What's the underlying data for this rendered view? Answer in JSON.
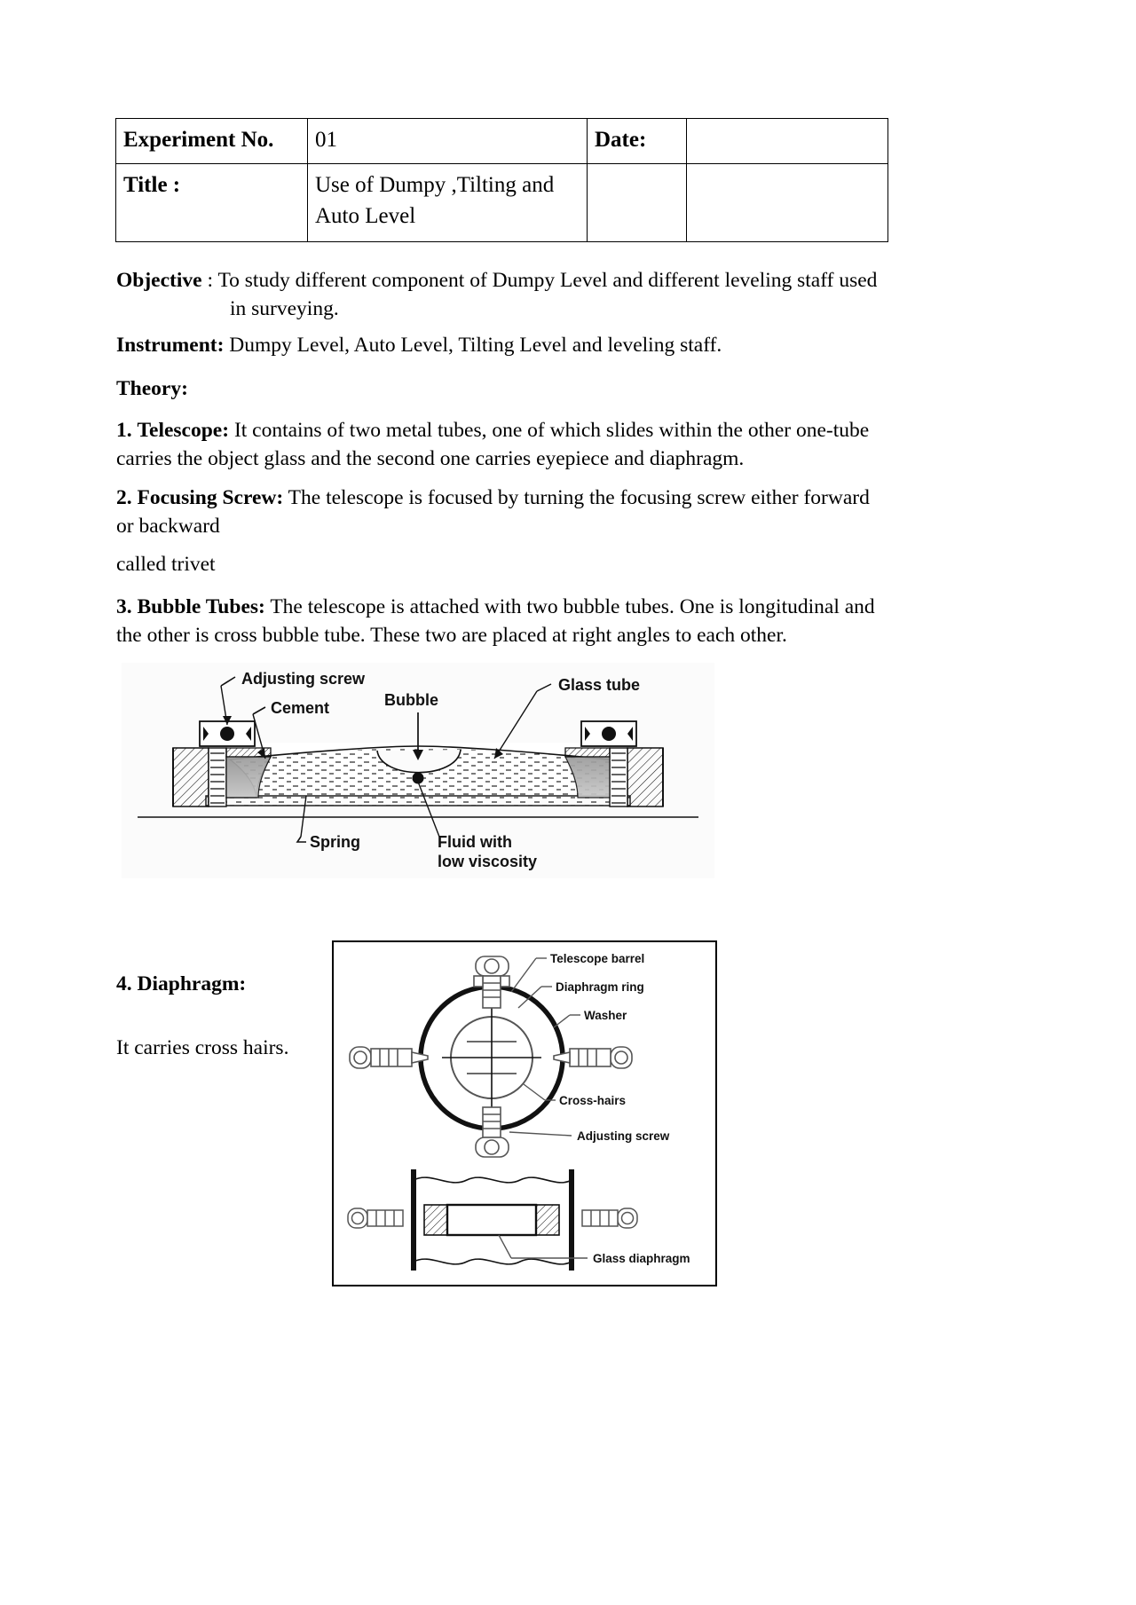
{
  "document": {
    "table": {
      "rows": [
        {
          "label": "Experiment No.",
          "value": "01",
          "date_label": "Date:",
          "date_value": ""
        },
        {
          "label": "Title :",
          "value_line1": "Use of Dumpy ,Tilting and",
          "value_line2": "Auto Level",
          "date_label": "",
          "date_value": ""
        }
      ]
    },
    "objective": {
      "label": "Objective",
      "colon": ":",
      "line1": "To study different component of Dumpy Level and different leveling staff used",
      "line2": "in surveying."
    },
    "instrument": {
      "label": "Instrument:",
      "text": "Dumpy Level, Auto Level, Tilting Level and leveling staff."
    },
    "theory": {
      "heading": "Theory:",
      "items": [
        {
          "number": "1.",
          "title": "Telescope:",
          "text": "It contains of two metal tubes, one of which slides within the other one-tube carries the object glass and the second one carries eyepiece and diaphragm."
        },
        {
          "number": "2.",
          "title": "Focusing Screw:",
          "text": "The telescope is focused by turning the focusing screw either forward or backward"
        },
        {
          "number": "3.",
          "title": "Bubble Tubes:",
          "text": "The telescope is attached with two bubble tubes. One is longitudinal and the other is cross bubble tube. These two are placed at right angles to each other."
        }
      ],
      "stray_line": "called trivet"
    },
    "diaphragm_section": {
      "heading": "4. Diaphragm:",
      "text": "It carries cross hairs."
    },
    "figure_bubble": {
      "labels": {
        "adjusting_screw": "Adjusting screw",
        "cement": "Cement",
        "bubble": "Bubble",
        "glass_tube": "Glass tube",
        "spring": "Spring",
        "fluid_line1": "Fluid with",
        "fluid_line2": "low viscosity"
      }
    },
    "figure_diaphragm": {
      "labels": {
        "telescope_barrel": "Telescope barrel",
        "diaphragm_ring": "Diaphragm ring",
        "washer": "Washer",
        "cross_hairs": "Cross-hairs",
        "adjusting_screw": "Adjusting screw",
        "glass_diaphragm": "Glass diaphragm"
      }
    }
  }
}
